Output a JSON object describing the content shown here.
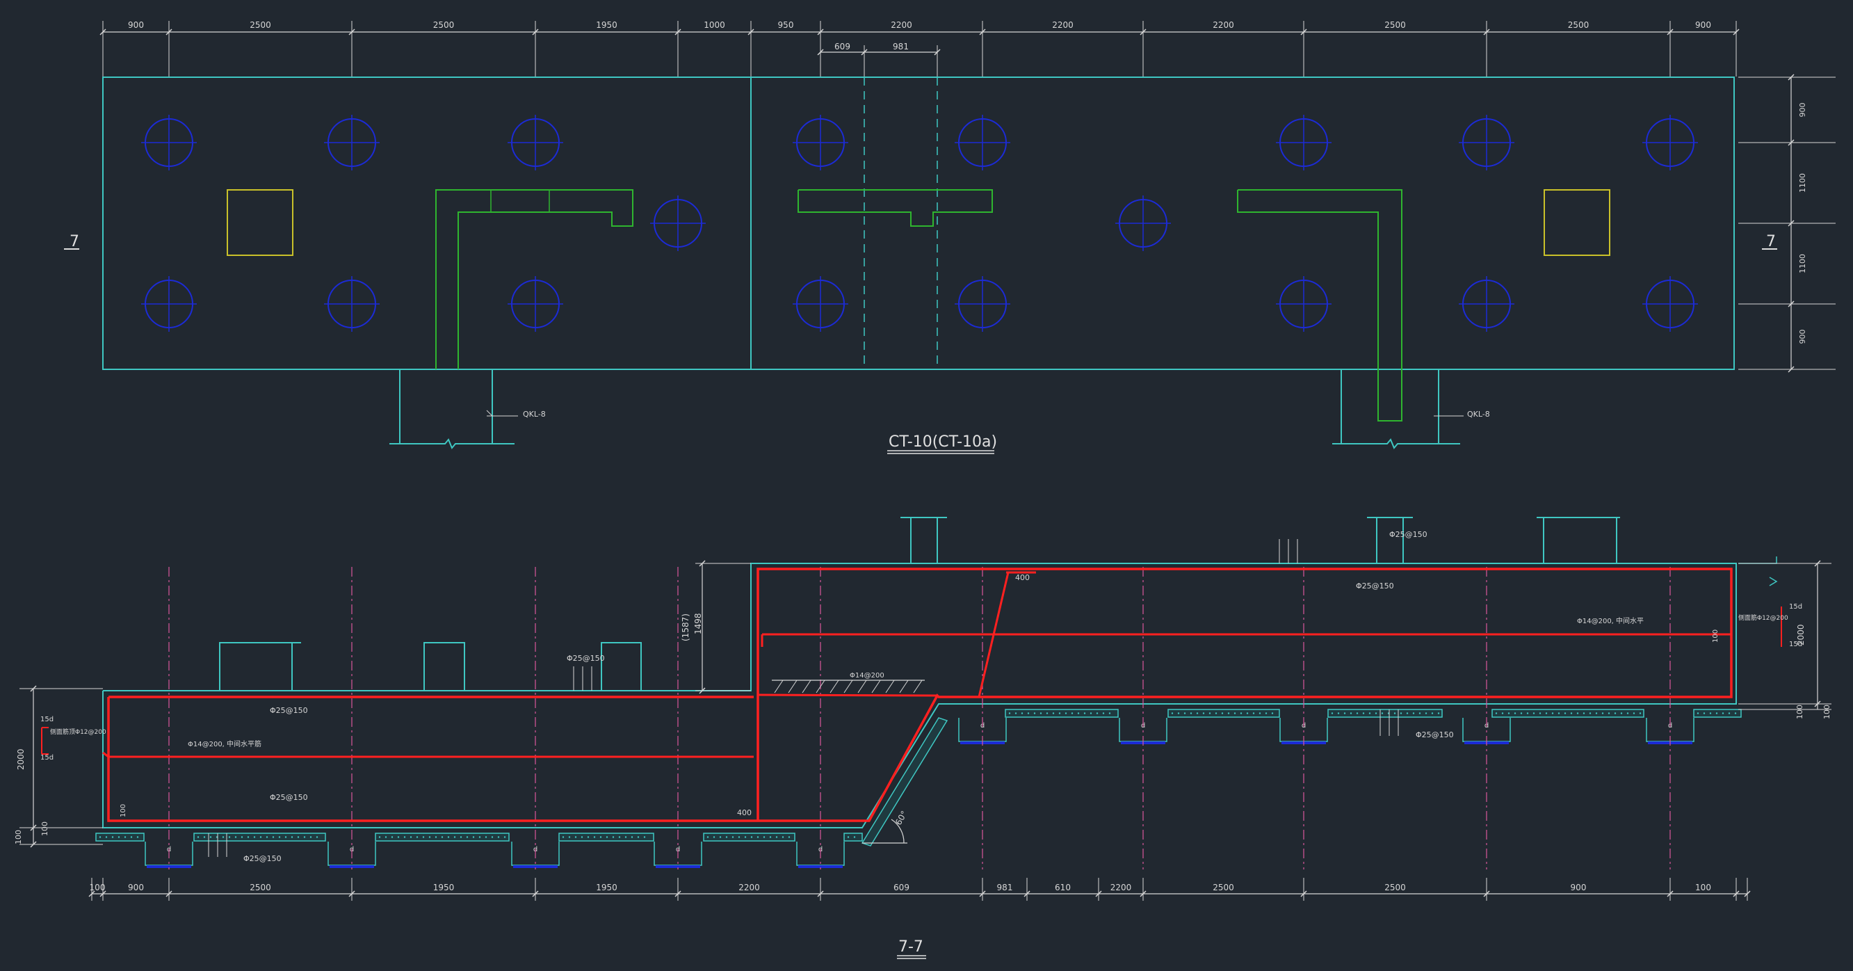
{
  "plan": {
    "title": "CT-10(CT-10a)",
    "section_mark_left": "7",
    "section_mark_right": "7",
    "top_dims_left": [
      "900",
      "2500",
      "2500",
      "1950",
      "1000"
    ],
    "top_dims_right": [
      "950",
      "2200",
      "2200",
      "2200",
      "2500",
      "2500",
      "900"
    ],
    "offset_dims": [
      "609",
      "981"
    ],
    "right_dims": [
      "900",
      "1100",
      "1100",
      "900"
    ],
    "beam_label_left": "QKL-8",
    "beam_label_right": "QKL-8"
  },
  "section": {
    "title": "7-7",
    "bottom_dims": [
      "100",
      "900",
      "2500",
      "1950",
      "1950",
      "2200",
      "609",
      "981",
      "610",
      "2200",
      "2500",
      "2500",
      "900",
      "100"
    ],
    "rebar": {
      "top_upper": "Φ25@150",
      "top_lower": "Φ25@150",
      "top_pile_upper": "Φ25@150",
      "bottom_lower": "Φ25@150",
      "bottom_mid": "Φ25@150",
      "mid_left": "Φ14@200, 中间水平筋",
      "mid_right": "Φ14@200, 中间水平",
      "slope_hatch": "Φ14@200",
      "side_left": "侧面筋顶Φ12@200",
      "side_right": "侧面筋Φ12@200",
      "lap_top": "15d",
      "lap_bottom": "15d",
      "lap_top_r": "15d",
      "lap_bottom_r": "15d"
    },
    "left_dims": {
      "total": "2000",
      "lower": "100",
      "lower2": "100"
    },
    "right_dims": {
      "total": "2000",
      "lower": "100",
      "lower2": "100"
    },
    "step_dims": {
      "outer": "(1587)",
      "inner": "1498"
    },
    "cover_label": "400",
    "cover_label_2": "400",
    "angle": "60°",
    "small_dim": "100",
    "small_dim_r": "100",
    "pile_d": "d"
  },
  "colors": {
    "background": "#212830",
    "outline": "#3fc7c2",
    "dim": "#d6d6d6",
    "pile": "#1c2bd6",
    "wall": "#2fb52f",
    "column": "#c9c12a",
    "rebar": "#ff2020",
    "pile_axis": "#d9589c"
  }
}
